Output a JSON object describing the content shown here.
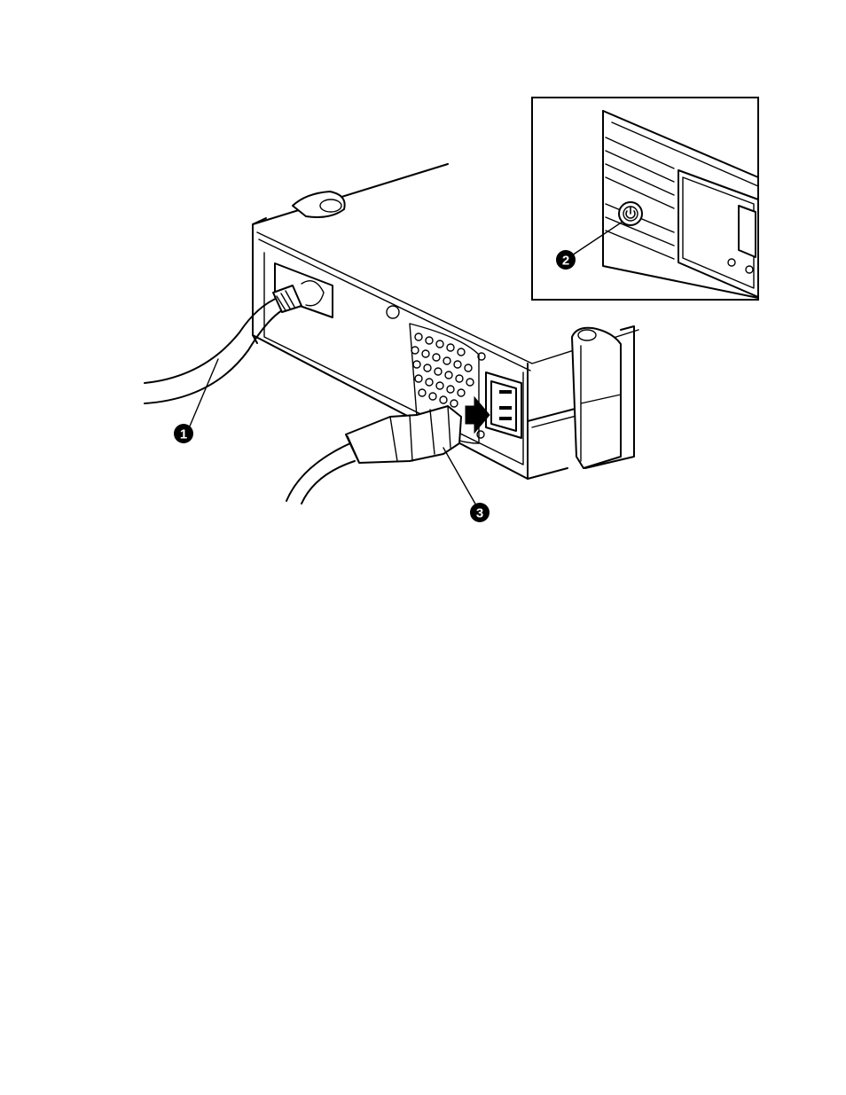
{
  "callouts": [
    {
      "label": "1",
      "target": "scsi-cable"
    },
    {
      "label": "2",
      "target": "power-switch"
    },
    {
      "label": "3",
      "target": "power-cord"
    }
  ],
  "icons": {
    "power-symbol": "power-icon",
    "push-direction": "arrow-right-icon"
  },
  "colors": {
    "line": "#000000",
    "background": "#ffffff"
  }
}
